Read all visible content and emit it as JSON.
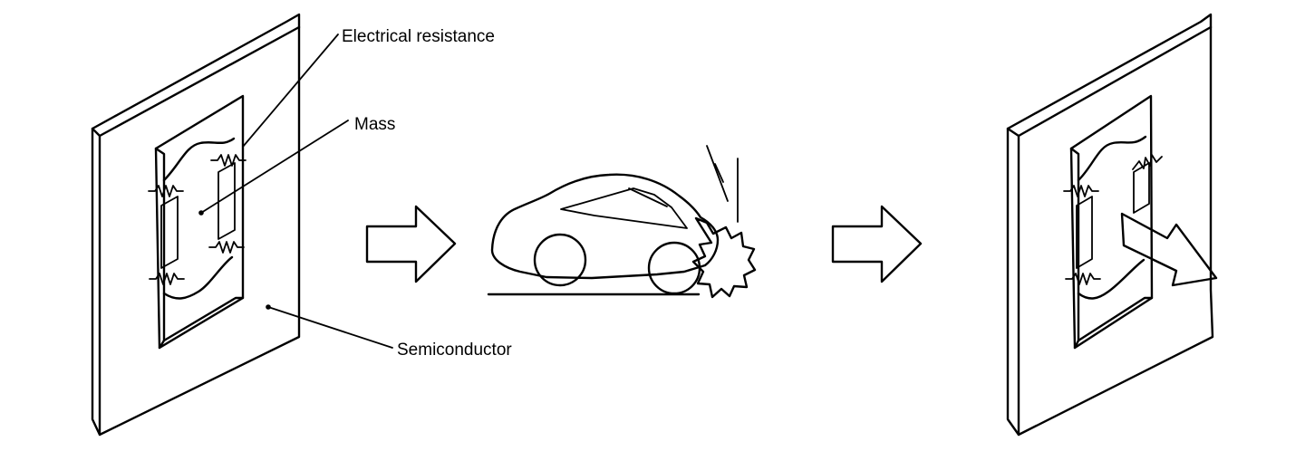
{
  "labels": {
    "electrical_resistance": "Electrical resistance",
    "mass": "Mass",
    "semiconductor": "Semiconductor"
  },
  "colors": {
    "ink": "#000000",
    "background": "#ffffff"
  },
  "icons": {
    "left_arrow": "right-arrow-icon",
    "right_arrow": "right-arrow-icon",
    "collision": "car-collision-icon",
    "force_arrow": "diagonal-arrow-icon"
  }
}
